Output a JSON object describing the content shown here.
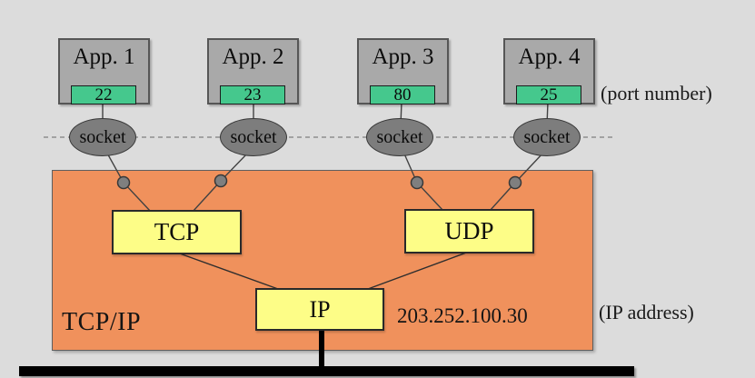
{
  "apps": [
    {
      "name": "App. 1",
      "port": "22"
    },
    {
      "name": "App. 2",
      "port": "23"
    },
    {
      "name": "App. 3",
      "port": "80"
    },
    {
      "name": "App. 4",
      "port": "25"
    }
  ],
  "sockets": [
    "socket",
    "socket",
    "socket",
    "socket"
  ],
  "labels": {
    "stack_name": "TCP/IP",
    "tcp": "TCP",
    "udp": "UDP",
    "ip": "IP",
    "ip_address": "203.252.100.30",
    "port_number_annotation": "(port number)",
    "ip_address_annotation": "(IP address)"
  },
  "colors": {
    "background": "#dcdcdc",
    "app_box": "#a9a9a9",
    "port_badge": "#45c88d",
    "socket_ellipse": "#7d7d7d",
    "stack_box": "#f0915c",
    "protocol_box": "#fdfd87",
    "connector_line": "#424242",
    "network_bus": "#000000"
  }
}
